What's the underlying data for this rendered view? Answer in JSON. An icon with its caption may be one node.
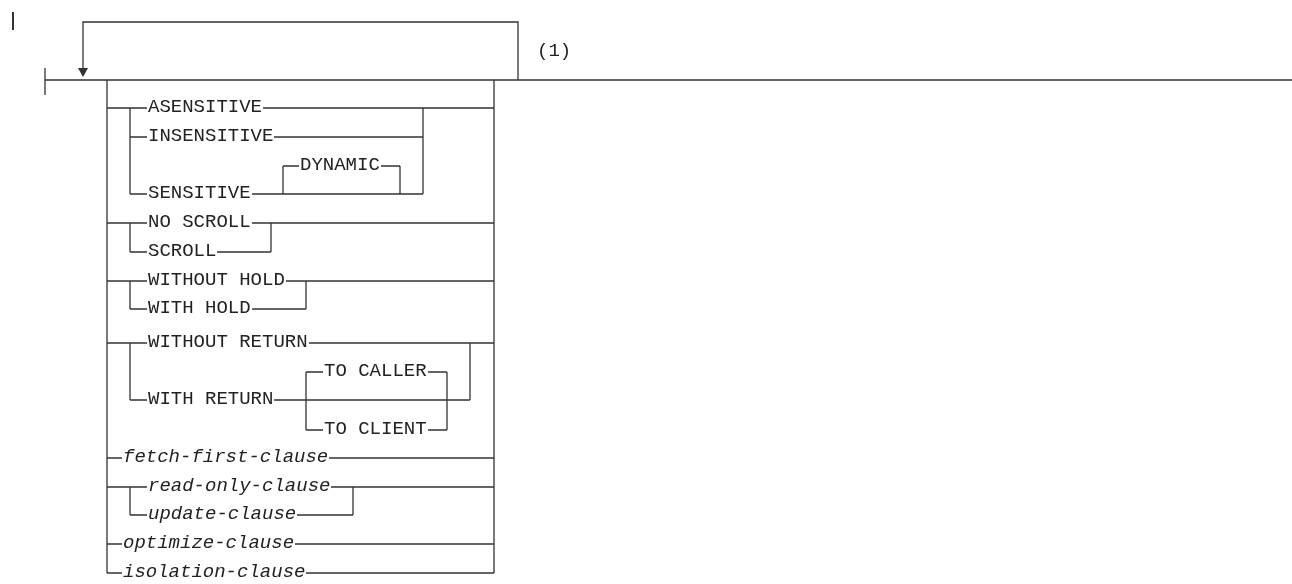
{
  "diagram": {
    "labels": [
      "(1)",
      "ASENSITIVE",
      "INSENSITIVE",
      "DYNAMIC",
      "SENSITIVE",
      "NO SCROLL",
      "SCROLL",
      "WITHOUT HOLD",
      "WITH HOLD",
      "WITHOUT RETURN",
      "TO CALLER",
      "WITH RETURN",
      "TO CLIENT",
      "fetch-first-clause",
      "read-only-clause",
      "update-clause",
      "optimize-clause",
      "isolation-clause"
    ]
  }
}
